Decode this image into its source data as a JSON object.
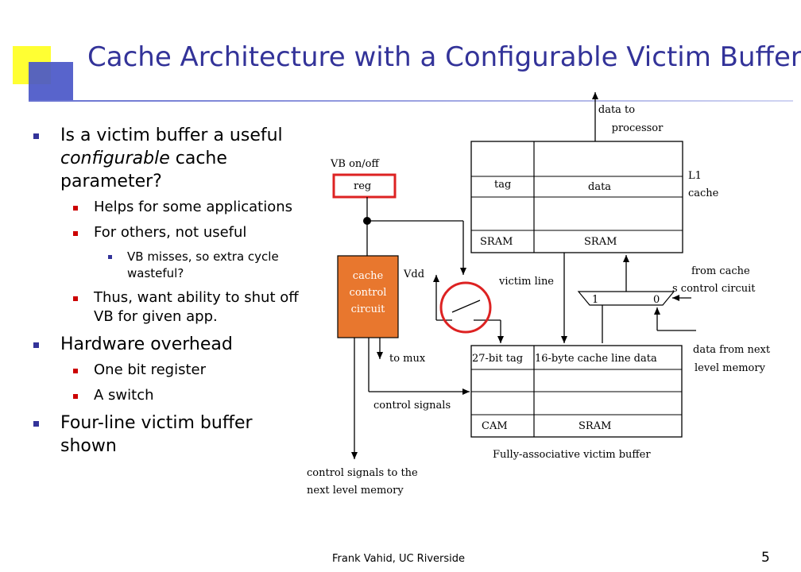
{
  "slide": {
    "title": "Cache Architecture with a Configurable Victim Buffer",
    "footer": "Frank Vahid, UC Riverside",
    "page_number": "5"
  },
  "bullets": {
    "b1_line1": "Is a victim buffer a useful",
    "b1_italic": "configurable",
    "b1_line2_rest": " cache parameter?",
    "b1_sub1": "Helps for some applications",
    "b1_sub2": "For others, not useful",
    "b1_sub2_sub1": "VB misses, so extra cycle wasteful?",
    "b1_sub3": "Thus, want ability to shut off VB for given app.",
    "b2": "Hardware overhead",
    "b2_sub1": "One bit register",
    "b2_sub2": "A switch",
    "b3": "Four-line victim buffer shown"
  },
  "diagram": {
    "data_to_processor_1": "data to",
    "data_to_processor_2": "processor",
    "vb_onoff": "VB on/off",
    "reg": "reg",
    "l1_1": "L1",
    "l1_2": "cache",
    "tag": "tag",
    "data": "data",
    "sram_tag": "SRAM",
    "sram_data": "SRAM",
    "cache_ctrl_1": "cache",
    "cache_ctrl_2": "control",
    "cache_ctrl_3": "circuit",
    "vdd": "Vdd",
    "victim_line": "victim line",
    "from_cache_1": "from cache",
    "from_cache_2": "s control circuit",
    "mux_1": "1",
    "mux_0": "0",
    "to_mux": "to mux",
    "vb_tag": "27-bit tag",
    "vb_data": "16-byte cache line data",
    "data_next_1": "data from next",
    "data_next_2": "level memory",
    "control_signals": "control signals",
    "cam": "CAM",
    "vb_sram": "SRAM",
    "fully_assoc": "Fully-associative victim buffer",
    "ctrl_next_1": "control signals to the",
    "ctrl_next_2": "next level memory"
  },
  "colors": {
    "title": "#333399",
    "cache_control_fill": "#e8772e",
    "highlight_red": "#dd2222",
    "deco_yellow": "#ffff33",
    "deco_blue": "#4a57c8"
  }
}
